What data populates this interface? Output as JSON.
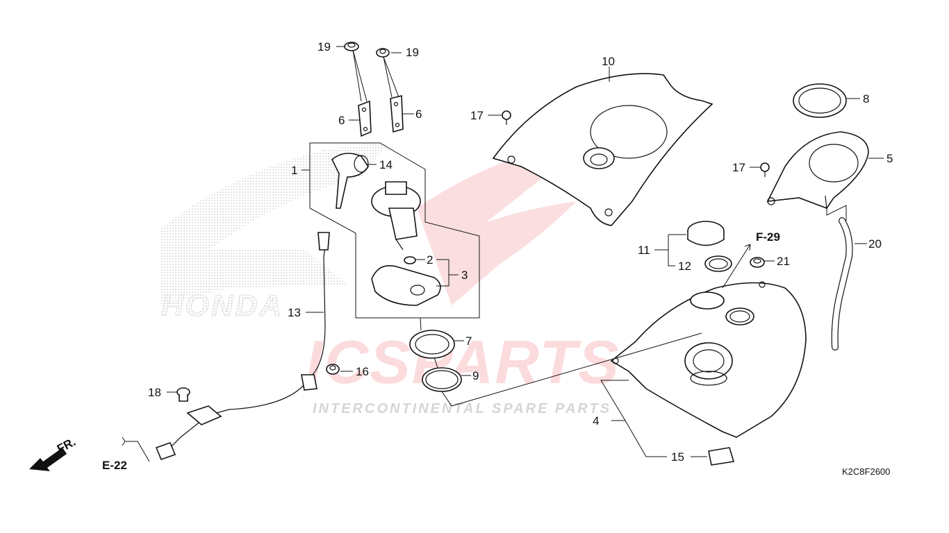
{
  "diagram": {
    "drawing_code": "K2C8F2600",
    "direction_label": "FR.",
    "references": [
      "F-29",
      "E-22"
    ],
    "callouts": [
      "19",
      "19",
      "6",
      "6",
      "10",
      "17",
      "8",
      "14",
      "17",
      "5",
      "1",
      "2",
      "3",
      "11",
      "20",
      "12",
      "21",
      "13",
      "7",
      "9",
      "16",
      "18",
      "4",
      "15"
    ]
  },
  "watermark": {
    "brand_big": "ICSPARTS",
    "tagline": "INTERCONTINENTAL SPARE PARTS",
    "logo_text": "HONDA"
  },
  "colors": {
    "line": "#111111",
    "watermark_red": "#e8242c",
    "watermark_grey": "#9a9a9a"
  }
}
